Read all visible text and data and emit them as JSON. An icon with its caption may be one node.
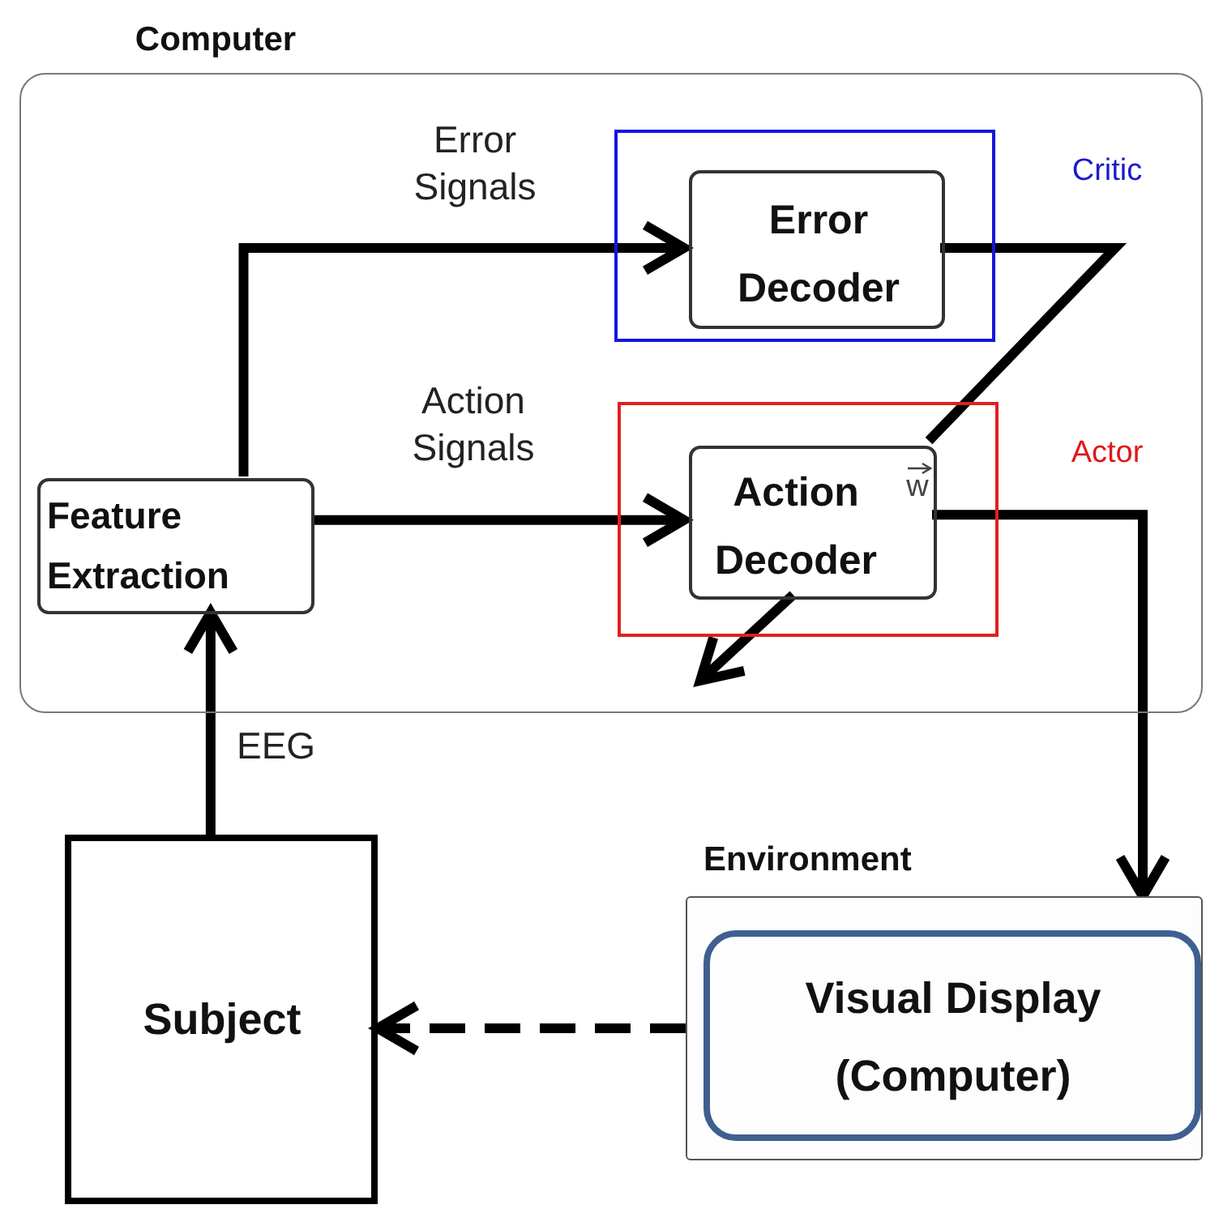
{
  "diagram": {
    "nodes": [
      {
        "text": [
          "Computer"
        ]
      },
      {
        "text": [
          "Critic"
        ],
        "in": 0
      },
      {
        "text": [
          "Error Decoder"
        ],
        "in": 1
      },
      {
        "text": [
          "Actor"
        ],
        "in": 0
      },
      {
        "text": [
          "Action Decoder",
          "w"
        ],
        "in": 3
      },
      {
        "text": [
          "Feature Extraction"
        ],
        "in": 0
      },
      {
        "text": [
          "Subject"
        ]
      },
      {
        "text": [
          "Environment"
        ]
      },
      {
        "text": [
          "Visual Display (Computer)"
        ],
        "in": 7
      }
    ],
    "edges": [
      {
        "from": 5,
        "to": 2,
        "arrow": "to",
        "label": "Error Signals"
      },
      {
        "from": 5,
        "to": 4,
        "arrow": "to",
        "label": "Action Signals"
      },
      {
        "from": 2,
        "to": 4,
        "arrow": "none"
      },
      {
        "from": 4,
        "to": null,
        "arrow": "to"
      },
      {
        "from": 4,
        "to": 7,
        "arrow": "to"
      },
      {
        "from": 6,
        "to": 5,
        "arrow": "to",
        "label": "EEG"
      },
      {
        "from": 7,
        "to": 6,
        "arrow": "to",
        "style": "dashed"
      }
    ]
  }
}
